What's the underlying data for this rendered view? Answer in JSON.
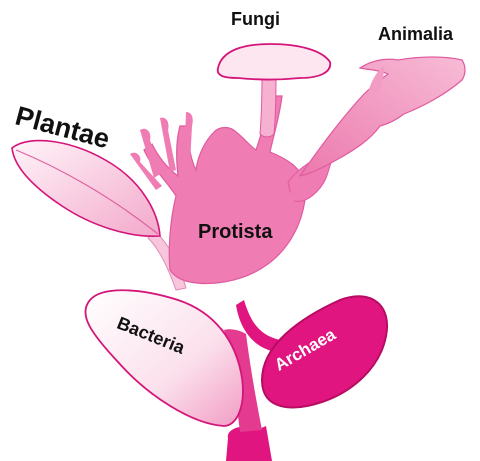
{
  "kingdoms": {
    "fungi": "Fungi",
    "animalia": "Animalia",
    "plantae": "Plantae",
    "protista": "Protista",
    "bacteria": "Bacteria",
    "archaea": "Archaea"
  },
  "colors": {
    "pink_light": "#f7c6dc",
    "pink_mid": "#ef7cb2",
    "pink_deep": "#e0157f",
    "pink_outline": "#d4157a",
    "leaf_pale": "#fde6f0"
  }
}
